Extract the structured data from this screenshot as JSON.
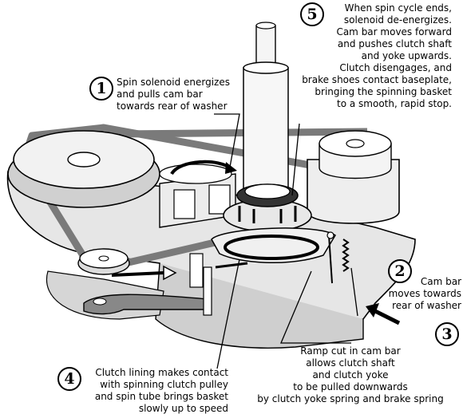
{
  "callouts": [
    {
      "number": "1",
      "text": "Spin solenoid energizes\nand pulls cam bar\ntowards rear of washer"
    },
    {
      "number": "2",
      "text": "Cam bar\nmoves towards\nrear of washer"
    },
    {
      "number": "3",
      "text": "Ramp cut in cam bar\nallows clutch shaft\nand clutch yoke\nto be pulled downwards\nby clutch yoke spring and brake spring"
    },
    {
      "number": "4",
      "text": "Clutch lining makes contact\nwith spinning clutch pulley\nand spin tube brings basket\nslowly up to speed"
    },
    {
      "number": "5",
      "text": "When spin cycle ends,\nsolenoid de-energizes.\nCam bar moves forward\nand pushes clutch shaft\nand yoke upwards.\nClutch disengages, and\nbrake shoes contact baseplate,\nbringing the spinning basket\nto a smooth, rapid stop."
    }
  ],
  "colors": {
    "ink": "#000000",
    "light_gray": "#e6e6e6",
    "mid_gray": "#b4b4b4",
    "dark_gray": "#7a7a7a",
    "white": "#ffffff"
  }
}
